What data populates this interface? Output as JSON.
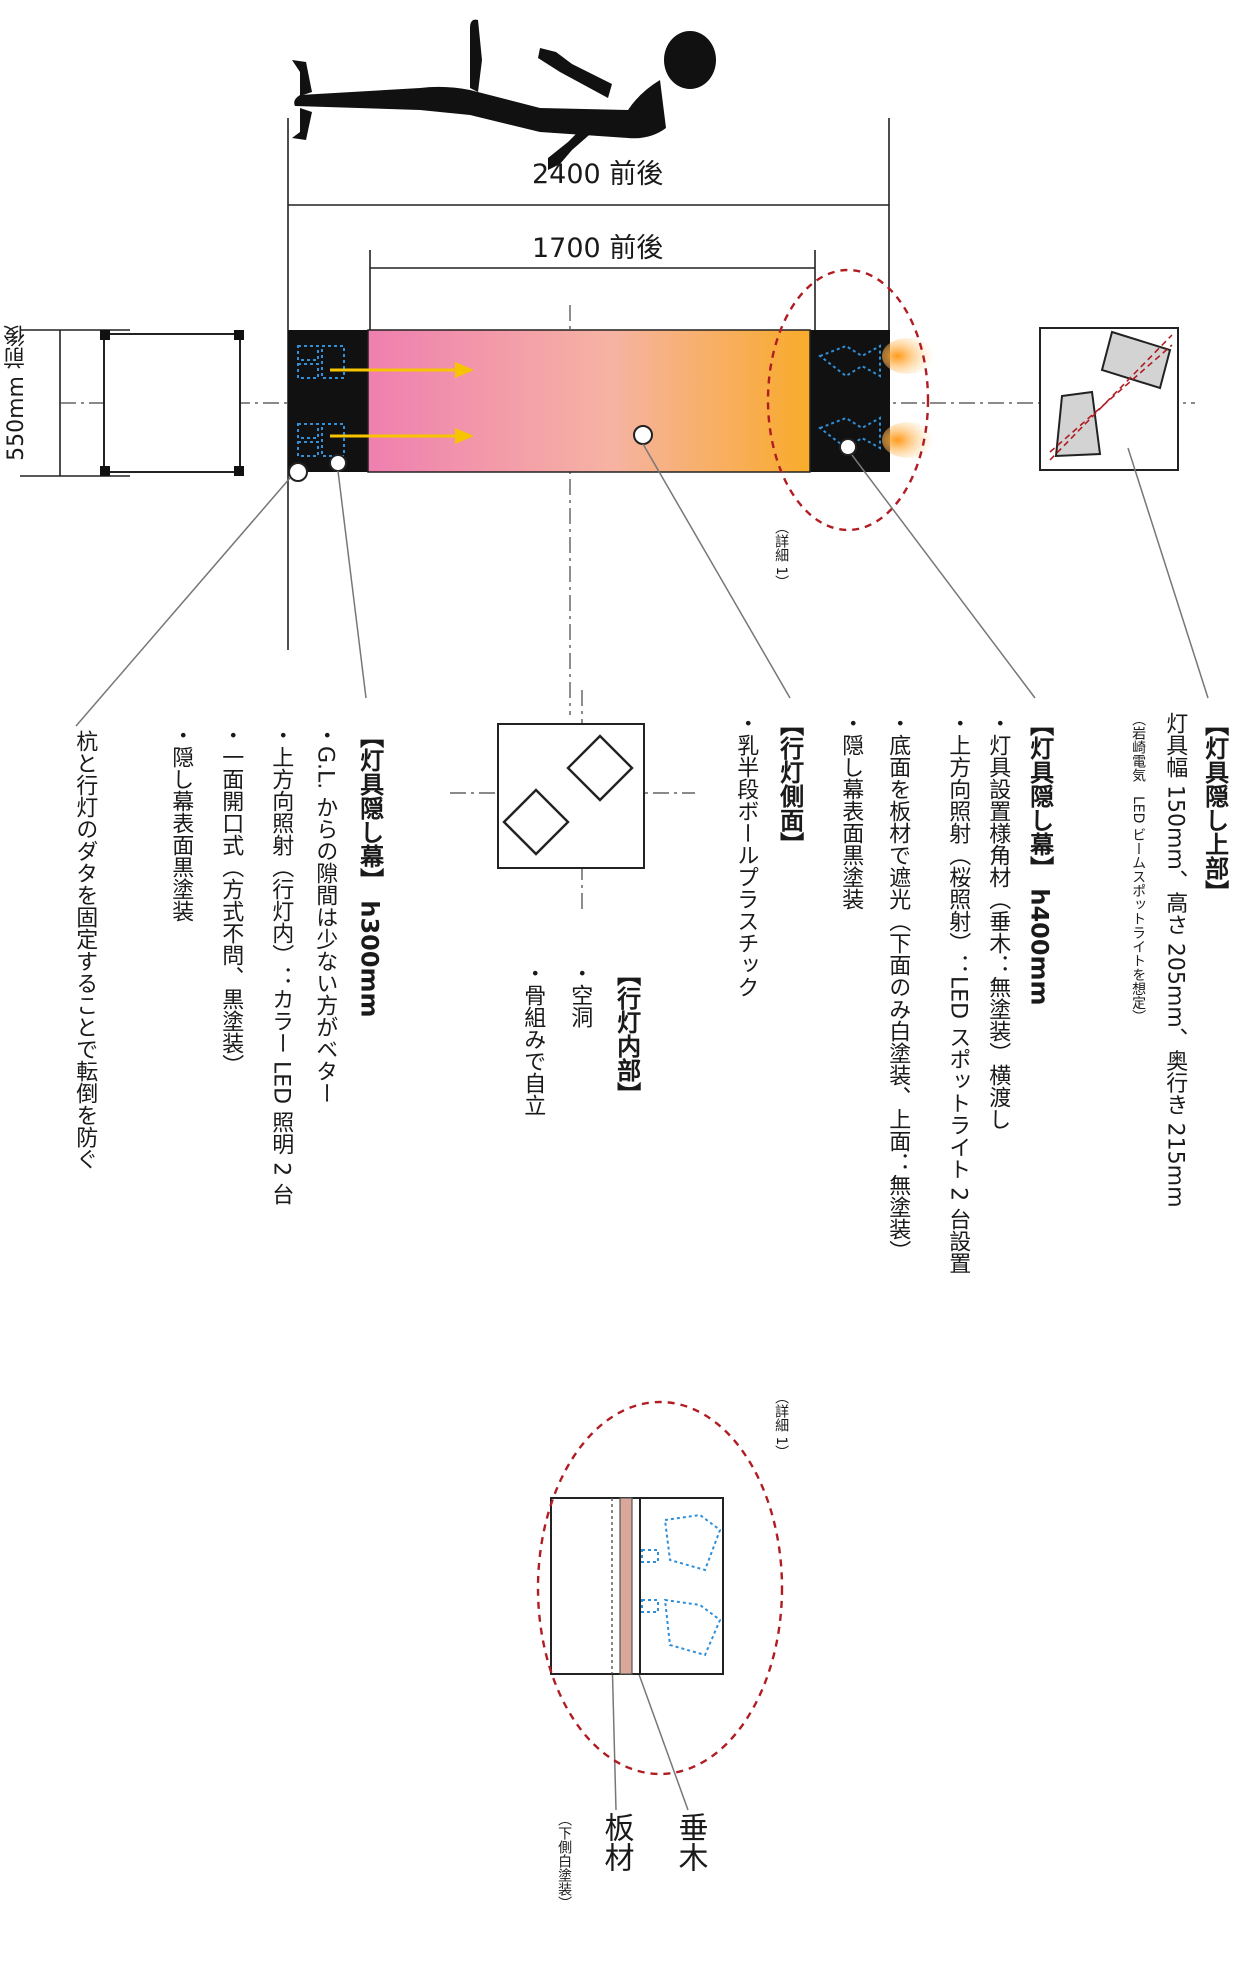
{
  "dimensions": {
    "width_total": "2400 前後",
    "width_inner": "1700 前後",
    "depth": "550mm 前後"
  },
  "callouts": {
    "upper_cover": {
      "title": "【灯具隠し上部】",
      "line1": "灯具幅 150mm、高さ 205mm、奥行き 215mm",
      "line2": "（岩崎電気　LED ビームスポットライトを想定）"
    },
    "fixture_cover_400": {
      "title": "【灯具隠し幕】 h400mm",
      "items": [
        "・灯具設置様角材（垂木：無塗装）横渡し",
        "・上方向照射（桜照射）：LED スポットライト 2 台設置",
        "・底面を板材で遮光（下面のみ白塗装、上面：無塗装）",
        "・隠し幕表面黒塗装"
      ]
    },
    "lantern_side": {
      "title": "【行灯側面】",
      "items": [
        "・乳半段ボールプラスチック"
      ]
    },
    "lantern_inner": {
      "title": "【行灯内部】",
      "items": [
        "・空洞",
        "・骨組みで自立"
      ]
    },
    "fixture_cover_300": {
      "title": "【灯具隠し幕】 h300mm",
      "items": [
        "・G.L. からの隙間は少ない方がベター",
        "・上方向照射（行灯内）：カラー LED 照明 2 台",
        "・一面開口式（方式不問、黒塗装）",
        "・隠し幕表面黒塗装"
      ]
    },
    "stake": {
      "text": "杭と行灯のダタを固定することで転倒を防ぐ"
    },
    "detail_ref_top": "（詳細 1）",
    "detail_ref_bottom": "（詳細 1）",
    "rafter": "垂木",
    "board": "板材",
    "board_note": "（下側白塗装）"
  },
  "colors": {
    "gradient_start": "#ef7fb0",
    "gradient_mid": "#f6b3a3",
    "gradient_end": "#f9ab2a",
    "fixture_black": "#111111",
    "led_blue": "#2f8fd8",
    "arrow_yellow": "#f7c400",
    "detail_red": "#b01c22",
    "leader_gray": "#777777"
  },
  "icons": [
    "person-silhouette-icon",
    "arrow-right-icon",
    "spotlight-icon",
    "circle-marker-icon"
  ]
}
